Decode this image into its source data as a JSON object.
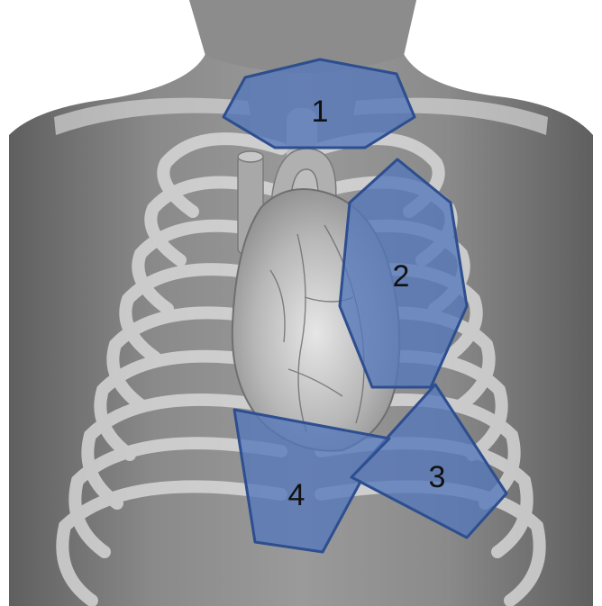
{
  "colors": {
    "background": "#ffffff",
    "torso_skin": "#6f6f6f",
    "rib_overlay": "#d9d9d9",
    "heart": "#9a9a9a",
    "region_fill": "#5577bb",
    "region_stroke": "#2d4e8f",
    "label_text": "#111111"
  },
  "regions": [
    {
      "id": "1",
      "label": "1"
    },
    {
      "id": "2",
      "label": "2"
    },
    {
      "id": "3",
      "label": "3"
    },
    {
      "id": "4",
      "label": "4"
    }
  ]
}
